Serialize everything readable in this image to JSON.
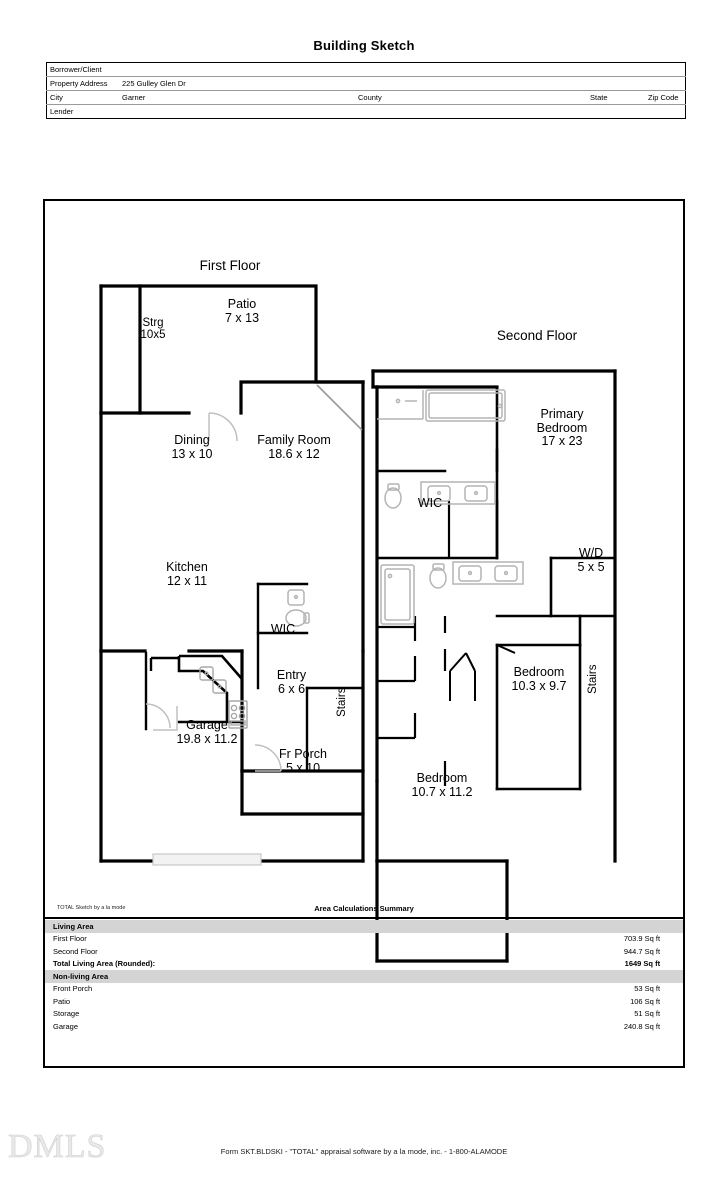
{
  "document": {
    "title": "Building Sketch",
    "watermark": "DMLS",
    "form_line": "Form SKT.BLDSKI - \"TOTAL\" appraisal software by a la mode, inc. - 1-800-ALAMODE"
  },
  "header_fields": [
    {
      "label": "Borrower/Client",
      "value": ""
    },
    {
      "label": "Property Address",
      "value": "225 Gulley Glen Dr"
    },
    {
      "label": "City",
      "value": "Garner",
      "label2": "County",
      "value2": "",
      "label3": "State",
      "value3": "",
      "label4": "Zip Code",
      "value4": ""
    },
    {
      "label": "Lender",
      "value": ""
    }
  ],
  "header_row_labels": {
    "borrower": "Borrower/Client",
    "property_address": "Property Address",
    "city": "City",
    "county": "County",
    "state": "State",
    "zip": "Zip Code",
    "lender": "Lender"
  },
  "header_row_values": {
    "borrower": "",
    "property_address": "225 Gulley Glen Dr",
    "city": "Garner",
    "county": "",
    "state": "",
    "zip": "",
    "lender": ""
  },
  "floors": {
    "first": {
      "title": "First Floor",
      "rooms": [
        {
          "name": "Strg",
          "dim": "10x5"
        },
        {
          "name": "Patio",
          "dim": "7 x 13"
        },
        {
          "name": "Dining",
          "dim": "13 x 10"
        },
        {
          "name": "Family Room",
          "dim": "18.6 x 12"
        },
        {
          "name": "Kitchen",
          "dim": "12 x 11"
        },
        {
          "name": "WIC",
          "dim": ""
        },
        {
          "name": "Entry",
          "dim": "6 x 6"
        },
        {
          "name": "Stairs",
          "dim": ""
        },
        {
          "name": "Garage",
          "dim": "19.8 x 11.2"
        },
        {
          "name": "Fr Porch",
          "dim": "5 x 10"
        }
      ]
    },
    "second": {
      "title": "Second Floor",
      "rooms": [
        {
          "name": "Primary Bedroom",
          "dim": "17 x 23"
        },
        {
          "name": "WIC",
          "dim": ""
        },
        {
          "name": "W/D",
          "dim": "5 x 5"
        },
        {
          "name": "Bedroom",
          "dim": "10.3 x 9.7"
        },
        {
          "name": "Stairs",
          "dim": ""
        },
        {
          "name": "Bedroom",
          "dim": "10.7 x 11.2"
        }
      ]
    }
  },
  "summary": {
    "credit": "TOTAL Sketch by a la mode",
    "title": "Area Calculations Summary",
    "rows": [
      {
        "type": "section",
        "label": "Living Area",
        "amount": ""
      },
      {
        "type": "item",
        "label": "First Floor",
        "amount": "703.9 Sq ft"
      },
      {
        "type": "item",
        "label": "Second Floor",
        "amount": "944.7 Sq ft"
      },
      {
        "type": "total",
        "label": "Total Living Area (Rounded):",
        "amount": "1649 Sq ft"
      },
      {
        "type": "section",
        "label": "Non-living Area",
        "amount": ""
      },
      {
        "type": "item",
        "label": "Front Porch",
        "amount": "53 Sq ft"
      },
      {
        "type": "item",
        "label": "Patio",
        "amount": "106 Sq ft"
      },
      {
        "type": "item",
        "label": "Storage",
        "amount": "51 Sq ft"
      },
      {
        "type": "item",
        "label": "Garage",
        "amount": "240.8 Sq ft"
      }
    ]
  },
  "colors": {
    "wall": "#000000",
    "fixture": "#bcbcbc",
    "section_row": "#d4d4d4",
    "watermark": "#e9e9e9"
  }
}
